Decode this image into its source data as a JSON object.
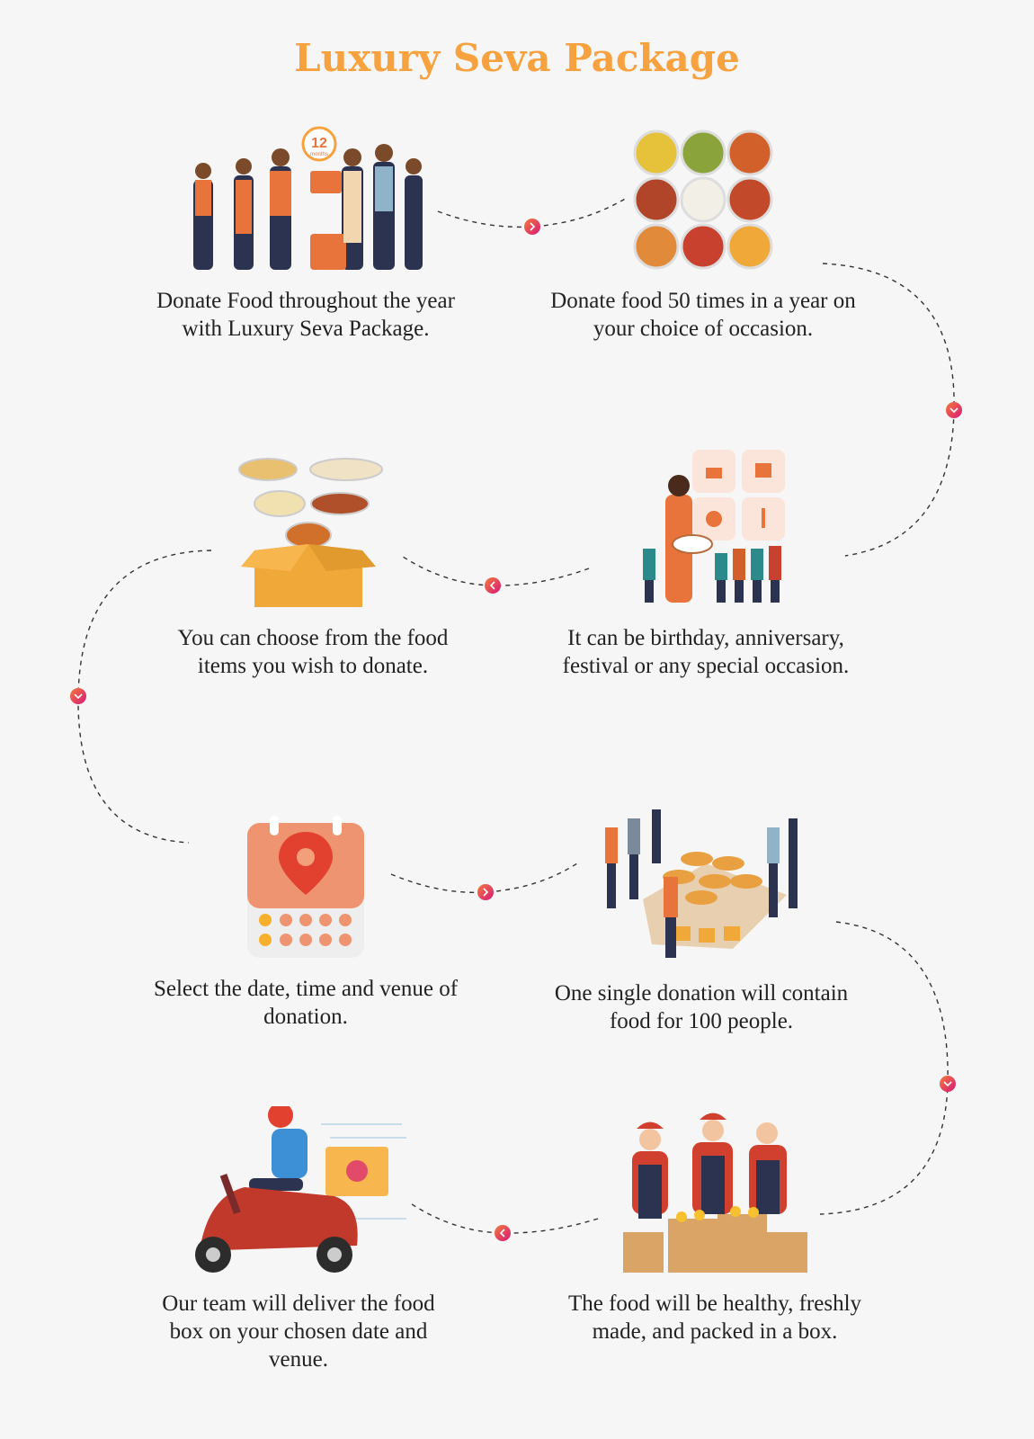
{
  "title": "Luxury Seva Package",
  "colors": {
    "title": "#f7a23e",
    "dot_start": "#f47b3b",
    "dot_end": "#d6187a"
  },
  "steps": [
    {
      "caption": "Donate Food throughout the year with Luxury Seva Package.",
      "icon": "family-donating-icon",
      "badge": "12",
      "badge_sub": "months"
    },
    {
      "caption": "Donate food 50 times in a year on your choice of occasion.",
      "icon": "food-bowls-grid-icon"
    },
    {
      "caption": "It can be birthday, anniversary, festival or any special occasion.",
      "icon": "occasion-woman-children-icon"
    },
    {
      "caption": "You can choose from the food items you wish to donate.",
      "icon": "food-box-icon"
    },
    {
      "caption": "Select the date, time and venue of donation.",
      "icon": "calendar-location-icon"
    },
    {
      "caption": "One single donation will contain food for 100 people.",
      "icon": "crowd-food-table-icon"
    },
    {
      "caption": "The food will be healthy, freshly made, and packed in a box.",
      "icon": "chefs-packing-icon"
    },
    {
      "caption": "Our team will deliver the food box on your chosen date and venue.",
      "icon": "delivery-scooter-icon"
    }
  ]
}
